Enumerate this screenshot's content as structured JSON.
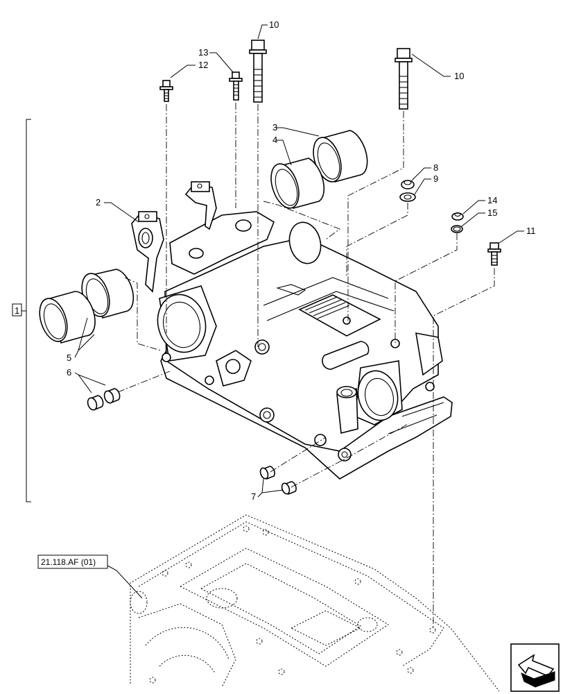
{
  "callouts": {
    "c1": "1",
    "c2": "2",
    "c3": "3",
    "c4": "4",
    "c5": "5",
    "c6": "6",
    "c7": "7",
    "c8": "8",
    "c9": "9",
    "c10a": "10",
    "c10b": "10",
    "c11": "11",
    "c12": "12",
    "c13": "13",
    "c14": "14",
    "c15": "15"
  },
  "reference": "21.118.AF (01)",
  "nav_icon": "previous-arrow-icon"
}
